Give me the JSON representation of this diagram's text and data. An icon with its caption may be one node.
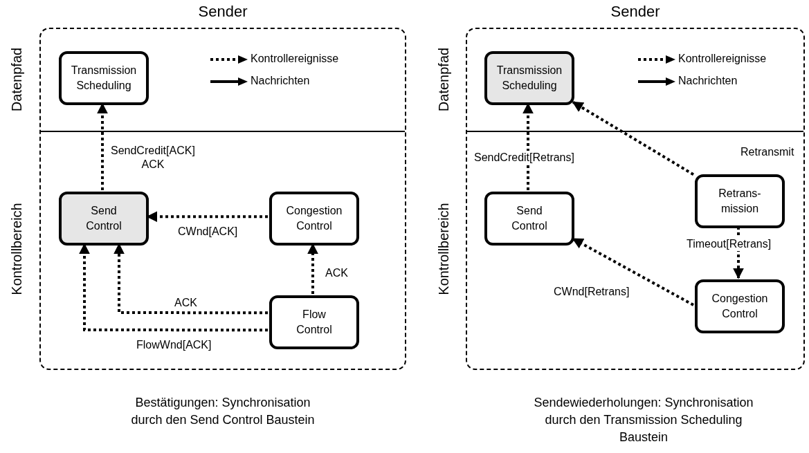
{
  "diagram": {
    "nodes": [
      {
        "text": [
          "Sender"
        ],
        "beside": [
          "Bestätigungen: Synchronisation durch den Send Control Baustein"
        ]
      },
      {
        "text": [
          "Transmission Scheduling"
        ],
        "in": 0
      },
      {
        "text": [
          "Send Control"
        ],
        "in": 0
      },
      {
        "text": [
          "Congestion Control"
        ],
        "in": 0
      },
      {
        "text": [
          "Flow Control"
        ],
        "in": 0
      },
      {
        "text": [
          "Sender"
        ],
        "beside": [
          "Sendewiederholungen: Synchronisation durch den Transmission Scheduling Baustein"
        ]
      },
      {
        "text": [
          "Transmission Scheduling"
        ],
        "in": 5
      },
      {
        "text": [
          "Send Control"
        ],
        "in": 5
      },
      {
        "text": [
          "Retrans- mission"
        ],
        "in": 5
      },
      {
        "text": [
          "Congestion Control"
        ],
        "in": 5
      }
    ],
    "edges": [
      {
        "from": 2,
        "to": 1,
        "arrow": "to",
        "style": "dashed",
        "label": "SendCredit[ACK] ACK"
      },
      {
        "from": 3,
        "to": 2,
        "arrow": "to",
        "style": "dashed",
        "label": "CWnd[ACK]"
      },
      {
        "from": 4,
        "to": 3,
        "arrow": "to",
        "style": "dashed",
        "label": "ACK"
      },
      {
        "from": 4,
        "to": 2,
        "arrow": "to",
        "style": "dashed",
        "label": "ACK"
      },
      {
        "from": 4,
        "to": 2,
        "arrow": "to",
        "style": "dashed",
        "label": "FlowWnd[ACK]"
      },
      {
        "from": 7,
        "to": 6,
        "arrow": "to",
        "style": "dashed",
        "label": "SendCredit[Retrans]"
      },
      {
        "from": 8,
        "to": 6,
        "arrow": "to",
        "style": "dashed",
        "label": "Retransmit"
      },
      {
        "from": 8,
        "to": 9,
        "arrow": "to",
        "style": "dashed",
        "label": "Timeout[Retrans]"
      },
      {
        "from": 9,
        "to": 7,
        "arrow": "to",
        "style": "dashed",
        "label": "CWnd[Retrans]"
      }
    ],
    "labels": [
      "Datenpfad",
      "Kontrollbereich",
      "Datenpfad",
      "Kontrollbereich"
    ],
    "legend": [
      {
        "text": "Kontrollereignisse"
      },
      {
        "text": "Nachrichten"
      },
      {
        "text": "Kontrollereignisse"
      },
      {
        "text": "Nachrichten"
      }
    ]
  }
}
